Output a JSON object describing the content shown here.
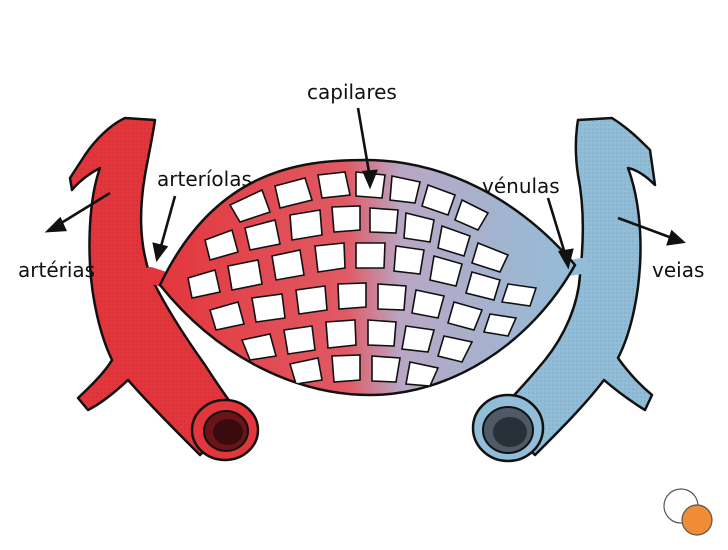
{
  "labels": {
    "capilares": "capilares",
    "arteriolas": "arteríolas",
    "venulas": "vénulas",
    "arterias": "artérias",
    "veias": "veias"
  },
  "colors": {
    "artery": "#e3363c",
    "artery_dark": "#b01e26",
    "vein": "#92bdd8",
    "vein_dark": "#5b8fae",
    "capillary_mid": "#c98aa0",
    "outline": "#111111",
    "corner_circle_accent": "#f08c36"
  }
}
